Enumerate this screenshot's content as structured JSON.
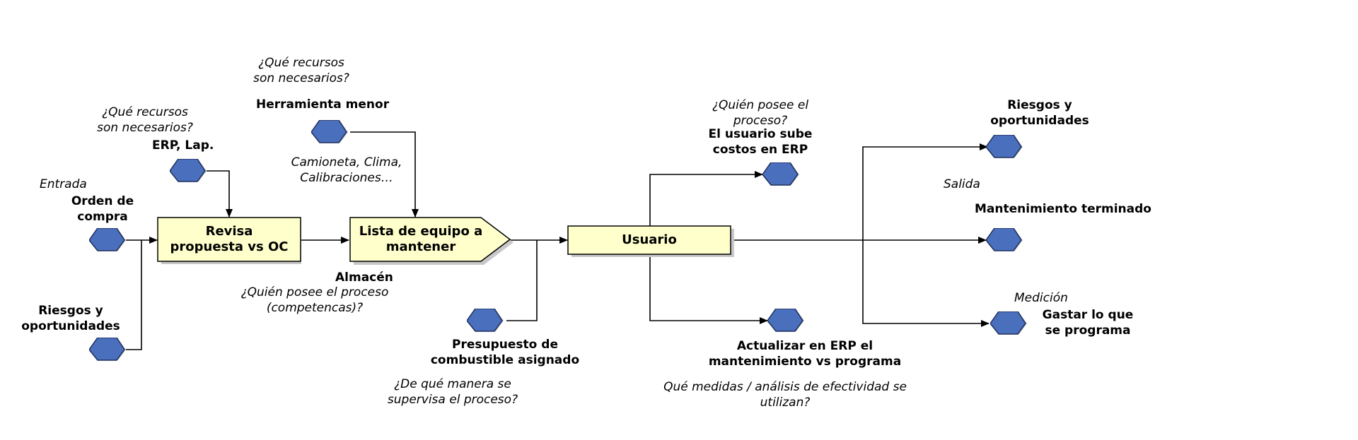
{
  "entrada": "Entrada",
  "salida": "Salida",
  "medicion": "Medición",
  "inputs": {
    "orden_compra": [
      "Orden de",
      "compra"
    ],
    "riesgos": [
      "Riesgos y",
      "oportunidades"
    ]
  },
  "resources_q1": [
    "¿Qué recursos",
    "son necesarios?"
  ],
  "erp_lap": "ERP, Lap.",
  "resources_q2": [
    "¿Qué recursos",
    "son necesarios?"
  ],
  "herramienta": "Herramienta menor",
  "camioneta": [
    "Camioneta, Clima,",
    "Calibraciones…"
  ],
  "steps": {
    "revisa": [
      "Revisa",
      "propuesta vs OC"
    ],
    "lista": [
      "Lista de equipo a",
      "mantener"
    ],
    "usuario": "Usuario"
  },
  "almacen": "Almacén",
  "quien_posee_competencias": [
    "¿Quién posee el proceso",
    "(competencas)?"
  ],
  "presupuesto": [
    "Presupuesto de",
    "combustible asignado"
  ],
  "como_supervisa": [
    "¿De qué manera se",
    "supervisa el proceso?"
  ],
  "quien_posee": [
    "¿Quién posee el",
    "proceso?"
  ],
  "usuario_sube": [
    "El usuario sube",
    "costos en ERP"
  ],
  "actualizar": [
    "Actualizar en ERP el",
    "mantenimiento vs programa"
  ],
  "medidas": [
    "Qué medidas / análisis de efectividad se",
    "utilizan?"
  ],
  "outputs": {
    "riesgos": [
      "Riesgos y",
      "oportunidades"
    ],
    "mantenimiento": "Mantenimiento terminado",
    "gastar": [
      "Gastar lo que",
      "se programa"
    ]
  },
  "colors": {
    "hex_fill": "#4a6fbd",
    "box_fill": "#ffffcc"
  }
}
